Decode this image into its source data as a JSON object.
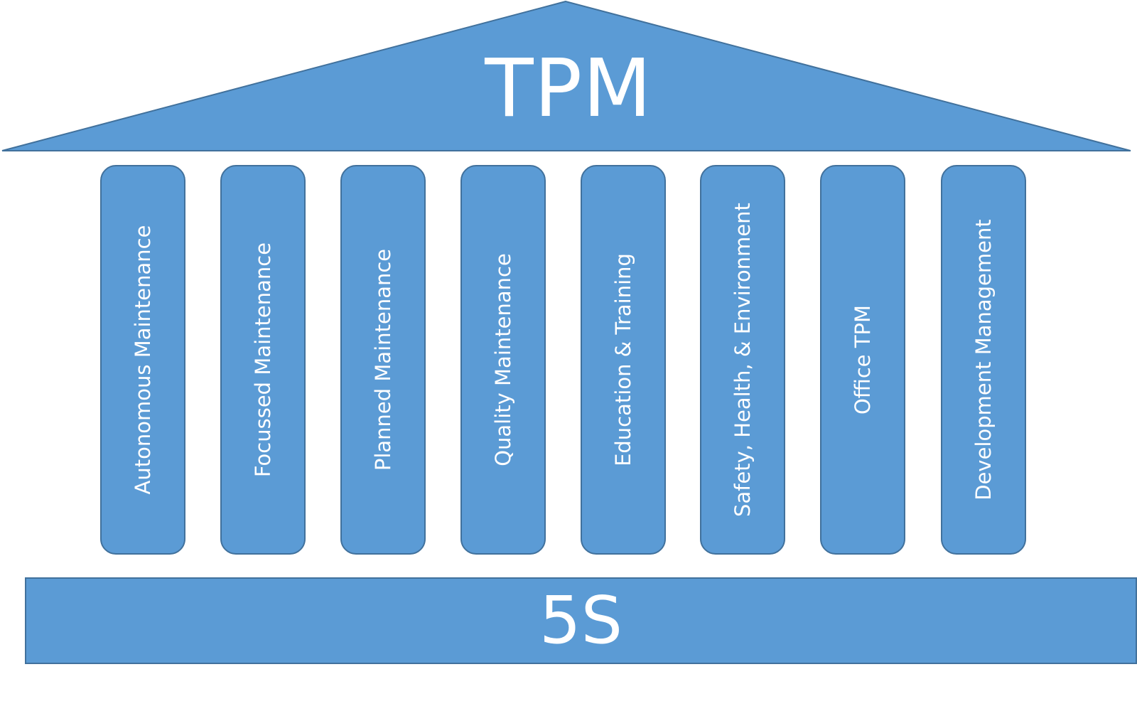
{
  "colors": {
    "fill": "#5b9bd5",
    "stroke": "#41719c",
    "text": "#ffffff"
  },
  "roof": {
    "label": "TPM"
  },
  "pillars": [
    {
      "label": "Autonomous Maintenance"
    },
    {
      "label": "Focussed Maintenance"
    },
    {
      "label": "Planned Maintenance"
    },
    {
      "label": "Quality Maintenance"
    },
    {
      "label": "Education & Training"
    },
    {
      "label": "Safety, Health, & Environment"
    },
    {
      "label": "Office TPM"
    },
    {
      "label": "Development Management"
    }
  ],
  "foundation": {
    "label": "5S"
  }
}
